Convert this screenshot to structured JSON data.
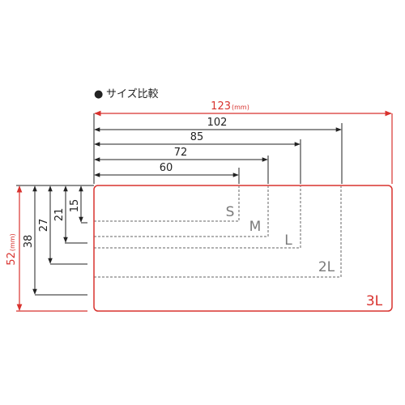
{
  "header": {
    "bullet": "●",
    "title": "サイズ比較"
  },
  "colors": {
    "accent": "#d8322e",
    "line": "#222222",
    "dash": "#666666",
    "label": "#7a7a7a"
  },
  "dimensions": {
    "width_total": {
      "value": "123",
      "unit": "(mm)"
    },
    "height_total": {
      "value": "52",
      "unit": "(mm)"
    },
    "widths": [
      "102",
      "85",
      "72",
      "60"
    ],
    "heights": [
      "38",
      "27",
      "21",
      "15"
    ]
  },
  "sizes": [
    "S",
    "M",
    "L",
    "2L",
    "3L"
  ]
}
